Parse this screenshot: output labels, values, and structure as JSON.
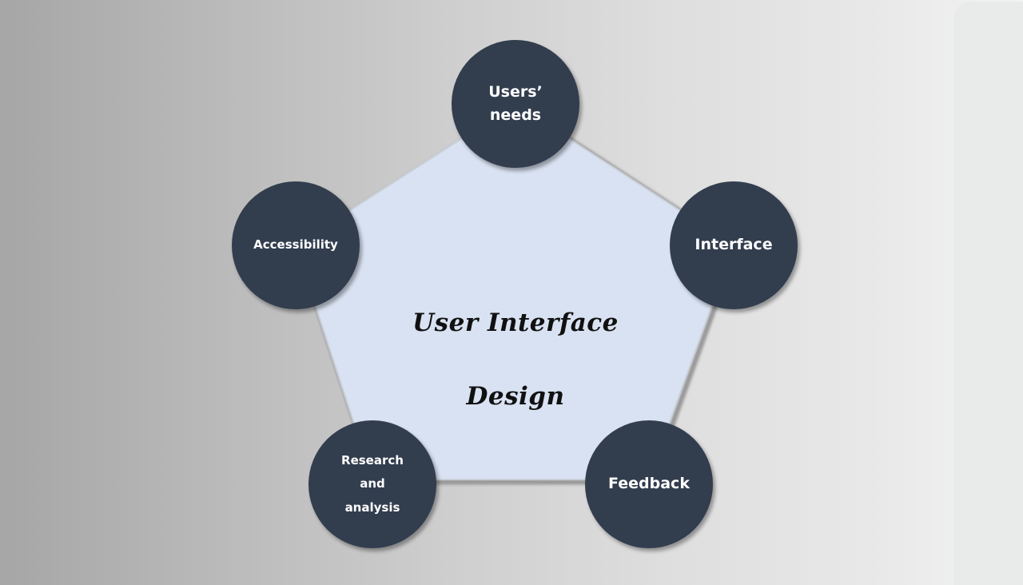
{
  "diagram": {
    "title_line1": "User Interface",
    "title_line2": "Design",
    "colors": {
      "node_fill": "#323d4e",
      "node_text": "#ffffff",
      "pentagon_fill": "#d9e2f2",
      "pentagon_edge": "#a9a9a9",
      "right_panel": "#e9ebea"
    },
    "nodes": [
      {
        "id": "users-needs",
        "lines": [
          "Users’",
          "needs"
        ]
      },
      {
        "id": "interface",
        "lines": [
          "Interface"
        ]
      },
      {
        "id": "feedback",
        "lines": [
          "Feedback"
        ]
      },
      {
        "id": "research-and-analysis",
        "lines": [
          "Research",
          "and",
          "analysis"
        ]
      },
      {
        "id": "accessibility",
        "lines": [
          "Accessibility"
        ]
      }
    ]
  }
}
